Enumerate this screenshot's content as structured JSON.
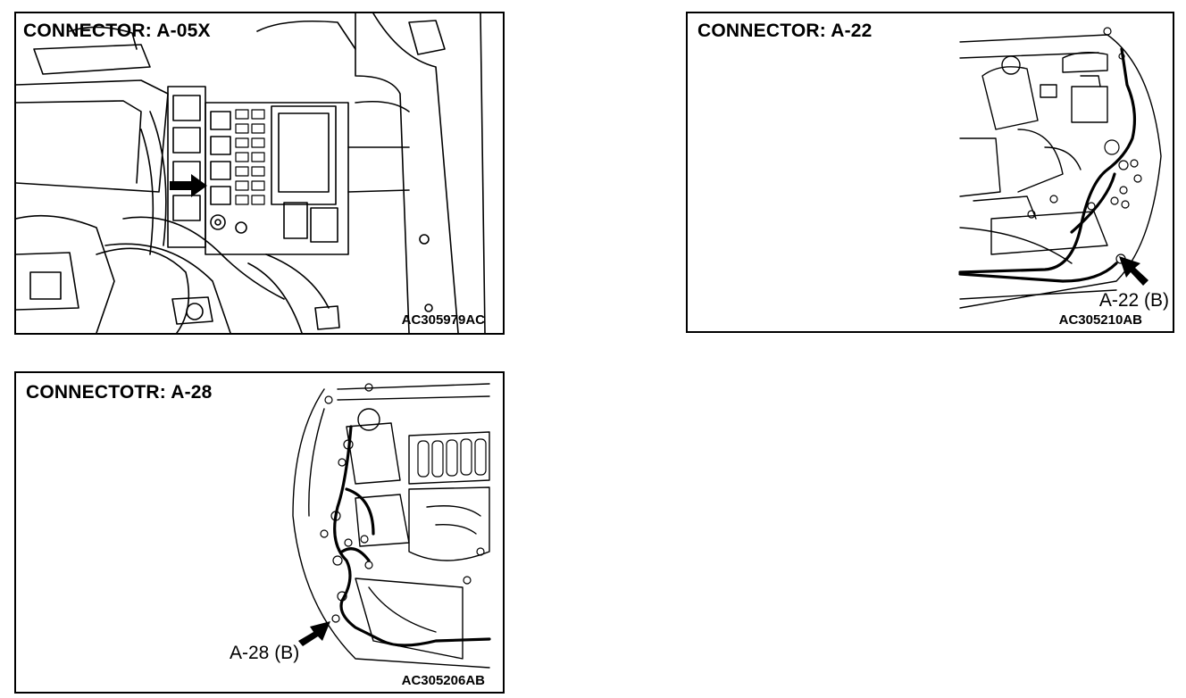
{
  "panels": [
    {
      "title": "CONNECTOR: A-05X",
      "code": "AC305979AC",
      "callout": ""
    },
    {
      "title": "CONNECTOR: A-22",
      "code": "AC305210AB",
      "callout": "A-22 (B)"
    },
    {
      "title": "CONNECTOTR: A-28",
      "code": "AC305206AB",
      "callout": "A-28 (B)"
    }
  ],
  "colors": {
    "ink": "#000000",
    "paper": "#ffffff"
  }
}
